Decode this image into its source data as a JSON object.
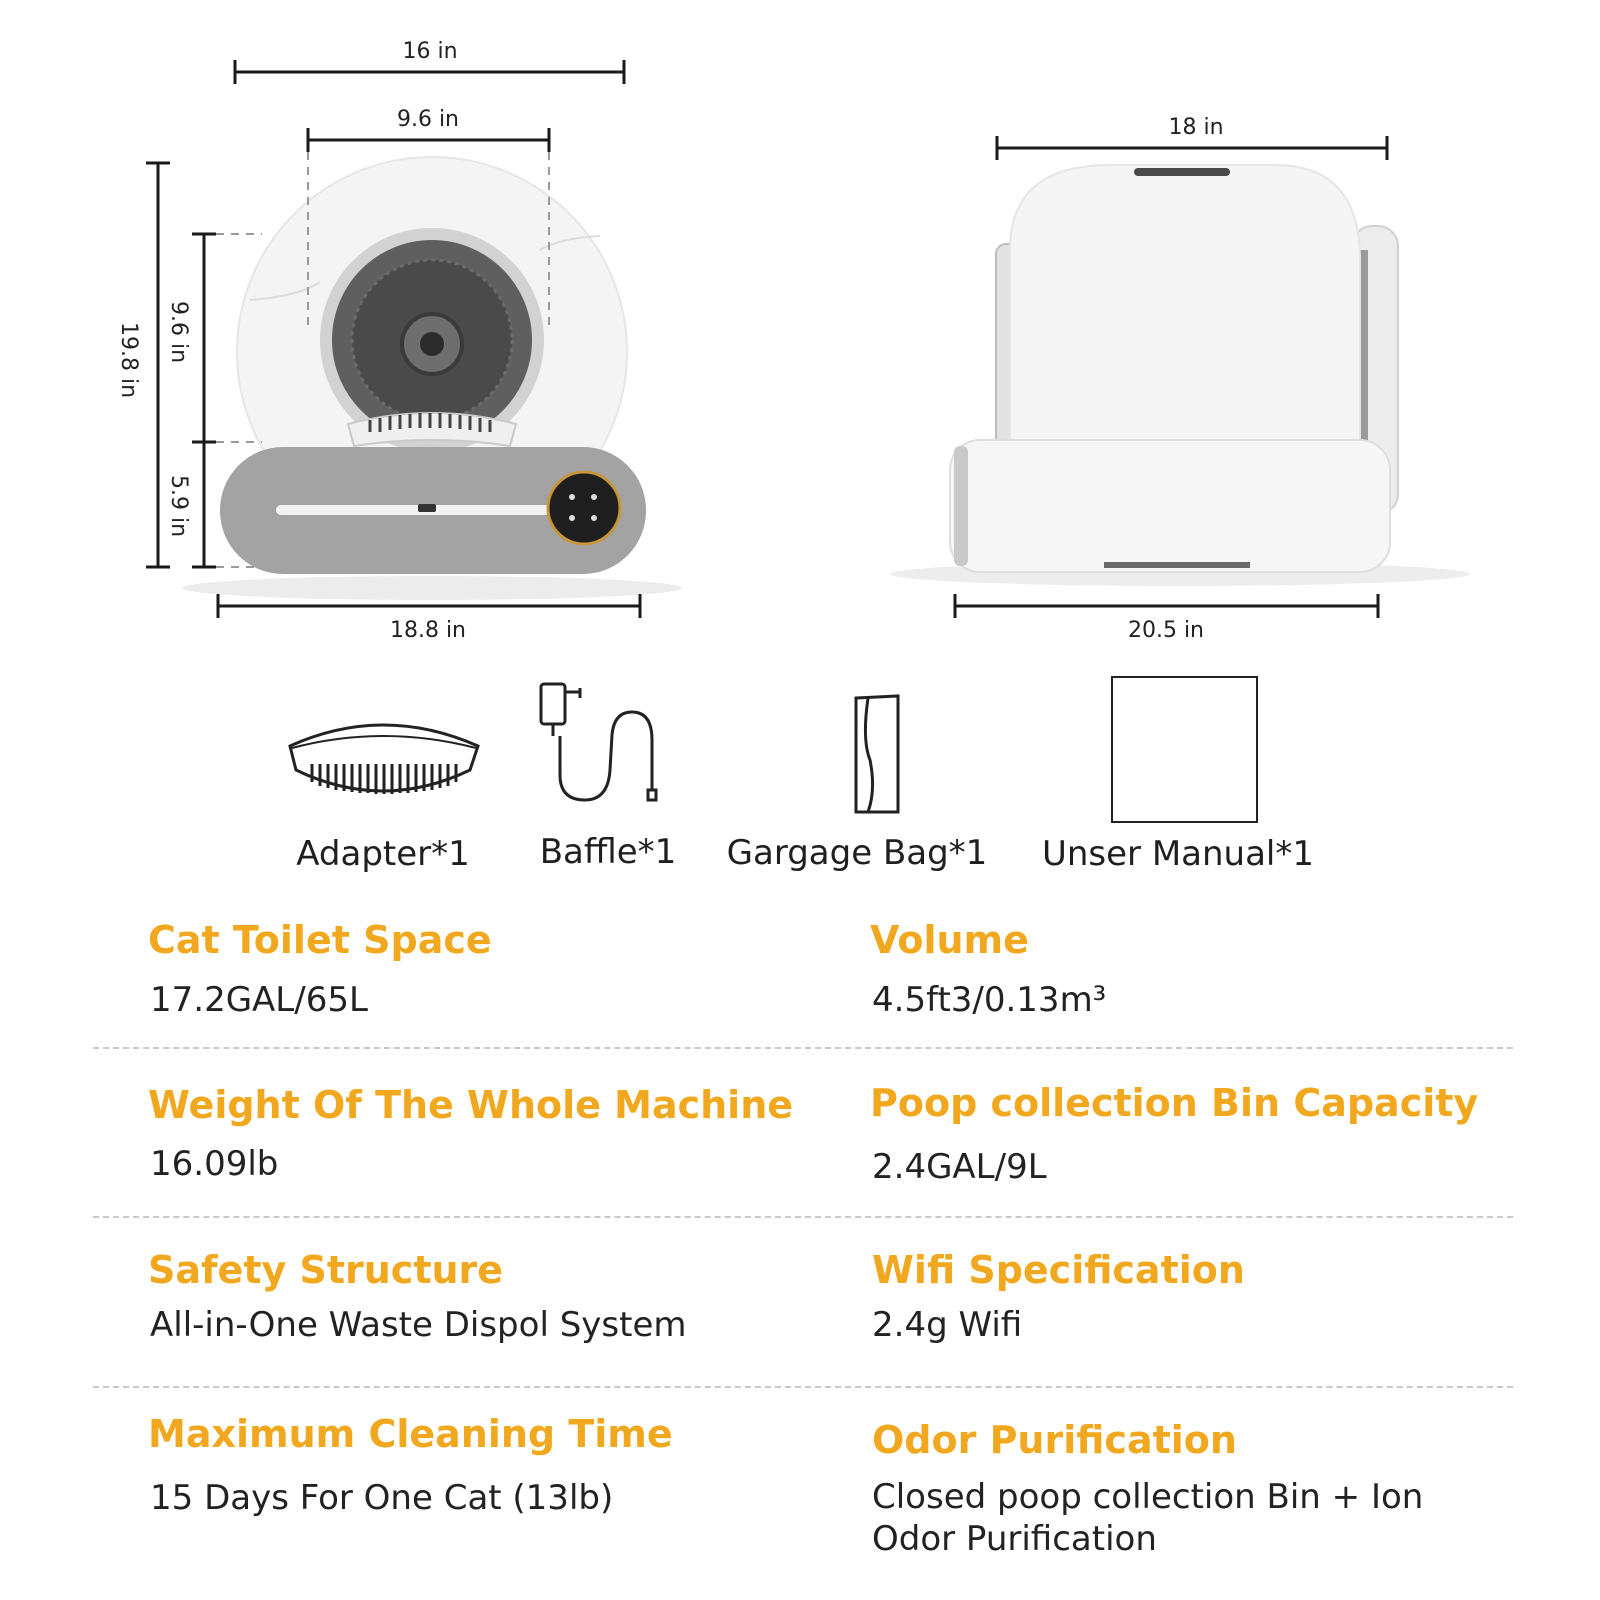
{
  "dimensions": {
    "front_top_width": "16 in",
    "front_inner_width": "9.6 in",
    "front_height_total": "19.8 in",
    "front_height_upper": "9.6 in",
    "front_height_lower": "5.9 in",
    "front_base_width": "18.8 in",
    "side_top_width": "18 in",
    "side_base_width": "20.5 in"
  },
  "accessories": [
    {
      "label": "Adapter*1"
    },
    {
      "label": "Baffle*1"
    },
    {
      "label": "Gargage Bag*1"
    },
    {
      "label": "Unser Manual*1"
    }
  ],
  "specs": [
    {
      "title": "Cat Toilet Space",
      "value": "17.2GAL/65L"
    },
    {
      "title": "Volume",
      "value": "4.5ft3/0.13m³"
    },
    {
      "title": "Weight Of The Whole Machine",
      "value": "16.09lb"
    },
    {
      "title": "Poop collection Bin Capacity",
      "value": "2.4GAL/9L"
    },
    {
      "title": "Safety Structure",
      "value": "All-in-One Waste Dispol System"
    },
    {
      "title": "Wifi Specification",
      "value": "2.4g Wifi"
    },
    {
      "title": "Maximum Cleaning Time",
      "value": "15 Days For One Cat (13lb)"
    },
    {
      "title": "Odor Purification",
      "value": "Closed poop collection Bin + Ion Odor Purification"
    }
  ],
  "colors": {
    "accent": "#f2a81e",
    "text": "#1f1f1f",
    "device_gray": "#9a9a9a",
    "device_white": "#f3f3f3"
  }
}
